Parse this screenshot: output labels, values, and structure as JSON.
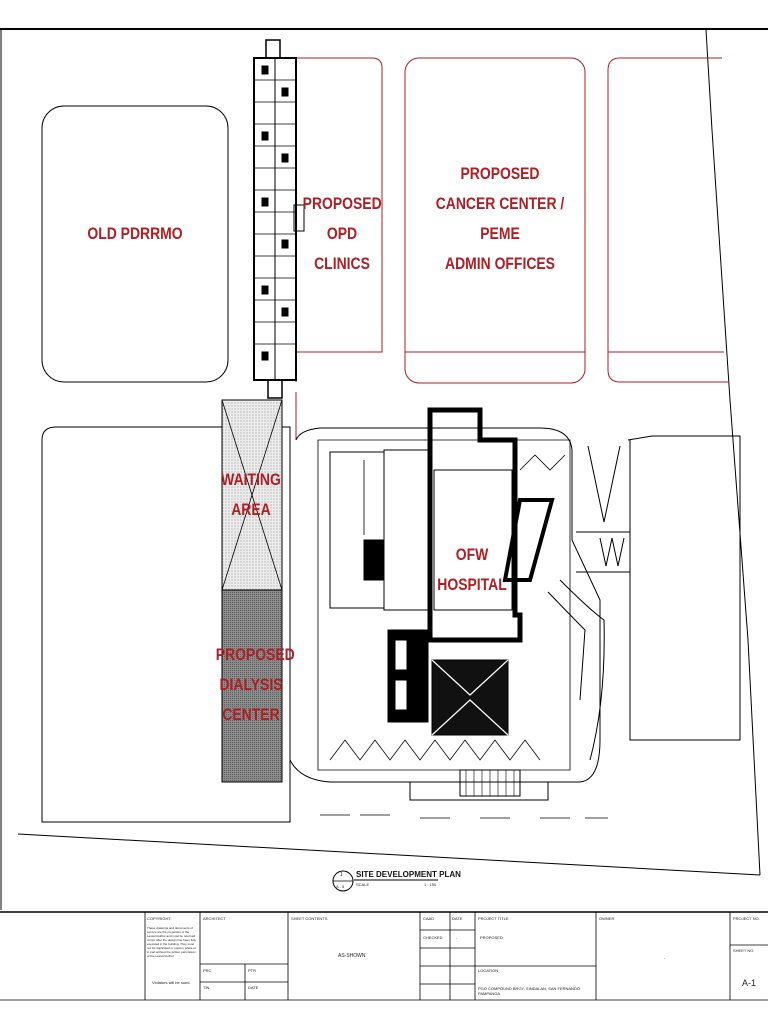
{
  "labels": {
    "old_pdrrmo": "OLD PDRRMO",
    "proposed_opd_line1": "PROPOSED",
    "proposed_opd_line2": "OPD CLINICS",
    "proposed_cancer_line1": "PROPOSED",
    "proposed_cancer_line2": "CANCER CENTER / PEME",
    "proposed_cancer_line3": "ADMIN OFFICES",
    "waiting_line1": "WAITING",
    "waiting_line2": "AREA",
    "ofw_line1": "OFW",
    "ofw_line2": "HOSPITAL",
    "dialysis_line1": "PROPOSED",
    "dialysis_line2": "DIALYSIS",
    "dialysis_line3": "CENTER"
  },
  "drawing_callout": {
    "number": "1",
    "sheet": "A - 5",
    "title": "SITE DEVELOPMENT PLAN",
    "scale_left": "SCALE",
    "scale_right": "1 : 150"
  },
  "title_block": {
    "copyright_header": "COPYRIGHT:",
    "copyright_text": "These drawings and documents of service are the properties of the Lessor/Author and must be returned to him after the design has been fully executed in the building. They must not be duplicated or used in whole or in part without the written permission of the Lessor/Author.",
    "copyright_footer": "Violators will be sued.",
    "architect_label": "ARCHITECT",
    "prc_label": "PRC",
    "ptr_label": "PTR",
    "tin_label": "TIN",
    "date_label": "DATE",
    "sheet_contents_label": "SHEET CONTENTS",
    "sheet_contents_value": "AS-SHOWN",
    "caad_label": "CAAD",
    "date2_label": "DATE",
    "checked_label": "CHECKED",
    "dash_value": "-",
    "project_title_label": "PROJECT TITLE",
    "project_title_value": "PROPOSED",
    "location_label": "LOCATION",
    "location_value": "PGO COMPOUND BRGY. SINDALAN, SAN FERNANDO PAMPANGA",
    "owner_label": "OWNER",
    "owner_dash": "-",
    "project_no_label": "PROJECT NO.",
    "sheet_no_label": "SHEET NO.",
    "sheet_no_value": "A-1"
  },
  "colors": {
    "accent_red": "#b01e23",
    "line": "#000000",
    "dialysis_fill": "#8f8f8f",
    "waiting_fill": "#e4e4e4"
  }
}
